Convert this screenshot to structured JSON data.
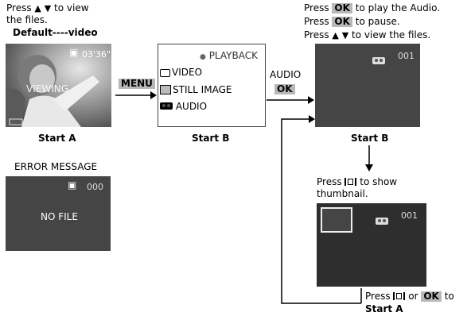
{
  "top_left": {
    "line1_pre": "Press",
    "up_arrow": "▲",
    "down_arrow": "▼",
    "line1_post": "to view",
    "line2": "the files.",
    "default_label": "Default----video"
  },
  "screen_a": {
    "time": "03'36\"",
    "watermark": "VIEWING",
    "caption": "Start A"
  },
  "arrow_menu": {
    "label": "MENU"
  },
  "menu_panel": {
    "header_bullet": "●",
    "header": "PLAYBACK",
    "items": [
      "VIDEO",
      "STILL IMAGE",
      "AUDIO"
    ],
    "caption": "Start B"
  },
  "arrow_audio": {
    "label": "AUDIO",
    "key": "OK"
  },
  "top_right": {
    "l1_pre": "Press",
    "l1_key": "OK",
    "l1_post": "to play the Audio.",
    "l2_pre": "Press",
    "l2_key": "OK",
    "l2_post": "to pause.",
    "l3_pre": "Press",
    "up_arrow": "▲",
    "down_arrow": "▼",
    "l3_post": "to view the files."
  },
  "screen_b": {
    "counter": "001",
    "caption": "Start B"
  },
  "thumb_instr": {
    "pre": "Press",
    "post": "to show",
    "line2": "thumbnail."
  },
  "thumb_screen": {
    "counter": "001"
  },
  "bottom_right": {
    "pre": "Press",
    "or": "or",
    "key": "OK",
    "to": "to",
    "line2": "Start A"
  },
  "error": {
    "title": "ERROR MESSAGE",
    "counter": "000",
    "message": "NO FILE"
  },
  "colors": {
    "screen": "#454545",
    "key_bg": "#b8b8b8"
  }
}
